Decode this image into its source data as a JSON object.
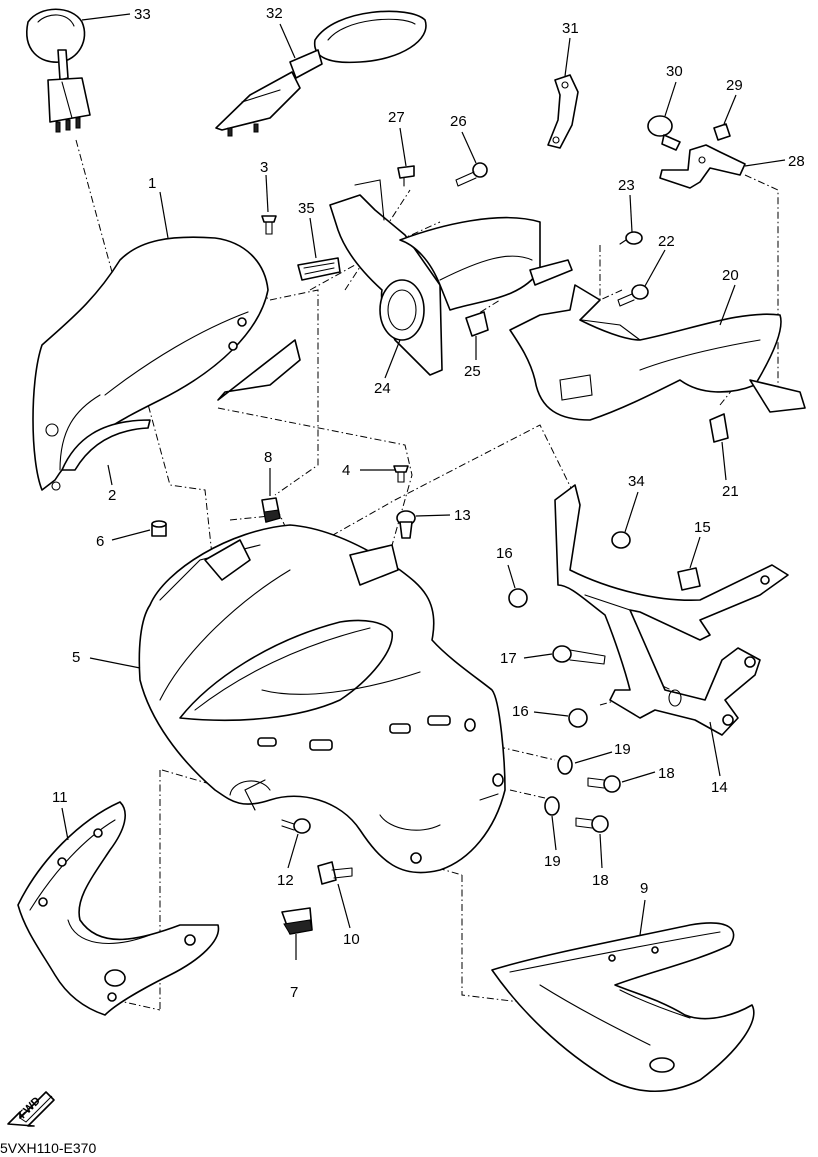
{
  "diagram": {
    "reference_code": "5VXH110-E370",
    "fwd_label": "FWD",
    "callouts": [
      {
        "id": "c1",
        "label": "1"
      },
      {
        "id": "c2",
        "label": "2"
      },
      {
        "id": "c3",
        "label": "3"
      },
      {
        "id": "c4",
        "label": "4"
      },
      {
        "id": "c5",
        "label": "5"
      },
      {
        "id": "c6",
        "label": "6"
      },
      {
        "id": "c7",
        "label": "7"
      },
      {
        "id": "c8",
        "label": "8"
      },
      {
        "id": "c9",
        "label": "9"
      },
      {
        "id": "c10",
        "label": "10"
      },
      {
        "id": "c11",
        "label": "11"
      },
      {
        "id": "c12",
        "label": "12"
      },
      {
        "id": "c13",
        "label": "13"
      },
      {
        "id": "c14",
        "label": "14"
      },
      {
        "id": "c15",
        "label": "15"
      },
      {
        "id": "c16a",
        "label": "16"
      },
      {
        "id": "c16b",
        "label": "16"
      },
      {
        "id": "c17",
        "label": "17"
      },
      {
        "id": "c18a",
        "label": "18"
      },
      {
        "id": "c18b",
        "label": "18"
      },
      {
        "id": "c19a",
        "label": "19"
      },
      {
        "id": "c19b",
        "label": "19"
      },
      {
        "id": "c20",
        "label": "20"
      },
      {
        "id": "c21",
        "label": "21"
      },
      {
        "id": "c22",
        "label": "22"
      },
      {
        "id": "c23",
        "label": "23"
      },
      {
        "id": "c24",
        "label": "24"
      },
      {
        "id": "c25",
        "label": "25"
      },
      {
        "id": "c26",
        "label": "26"
      },
      {
        "id": "c27",
        "label": "27"
      },
      {
        "id": "c28",
        "label": "28"
      },
      {
        "id": "c29",
        "label": "29"
      },
      {
        "id": "c30",
        "label": "30"
      },
      {
        "id": "c31",
        "label": "31"
      },
      {
        "id": "c32",
        "label": "32"
      },
      {
        "id": "c33",
        "label": "33"
      },
      {
        "id": "c34",
        "label": "34"
      },
      {
        "id": "c35",
        "label": "35"
      }
    ]
  }
}
